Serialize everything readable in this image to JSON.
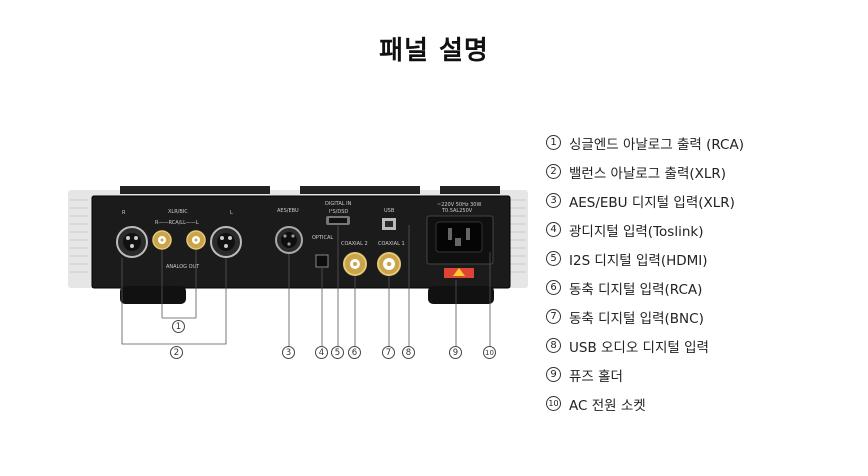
{
  "title": "패널 설명",
  "panel": {
    "group_xlr_in": "XLR/BIC",
    "group_rca": "R——RCA/LL——L",
    "analog_out": "ANALOG OUT",
    "aes_ebu": "AES/EBU",
    "digital_in": "DIGITAL IN",
    "i2s": "I²S/DSD",
    "optical": "OPTICAL",
    "coaxial2": "COAXIAL 2",
    "coaxial1": "COAXIAL 1",
    "usb": "USB",
    "power_spec_1": "~220V 50Hz 30W",
    "power_spec_2": "T0.5AL250V",
    "left_r": "R",
    "right_l": "L"
  },
  "legend": [
    {
      "num": "1",
      "label": "싱글엔드 아날로그 출력 (RCA)"
    },
    {
      "num": "2",
      "label": "밸런스 아날로그 출력(XLR)"
    },
    {
      "num": "3",
      "label": "AES/EBU 디지털 입력(XLR)"
    },
    {
      "num": "4",
      "label": "광디지털 입력(Toslink)"
    },
    {
      "num": "5",
      "label": "I2S 디지털 입력(HDMI)"
    },
    {
      "num": "6",
      "label": "동축 디지털 입력(RCA)"
    },
    {
      "num": "7",
      "label": "동축 디지털 입력(BNC)"
    },
    {
      "num": "8",
      "label": "USB 오디오 디지털 입력"
    },
    {
      "num": "9",
      "label": "퓨즈 홀더"
    },
    {
      "num": "10",
      "label": "AC 전원 소켓"
    }
  ],
  "callouts": [
    "1",
    "2",
    "3",
    "4",
    "5",
    "6",
    "7",
    "8",
    "9",
    "10"
  ]
}
